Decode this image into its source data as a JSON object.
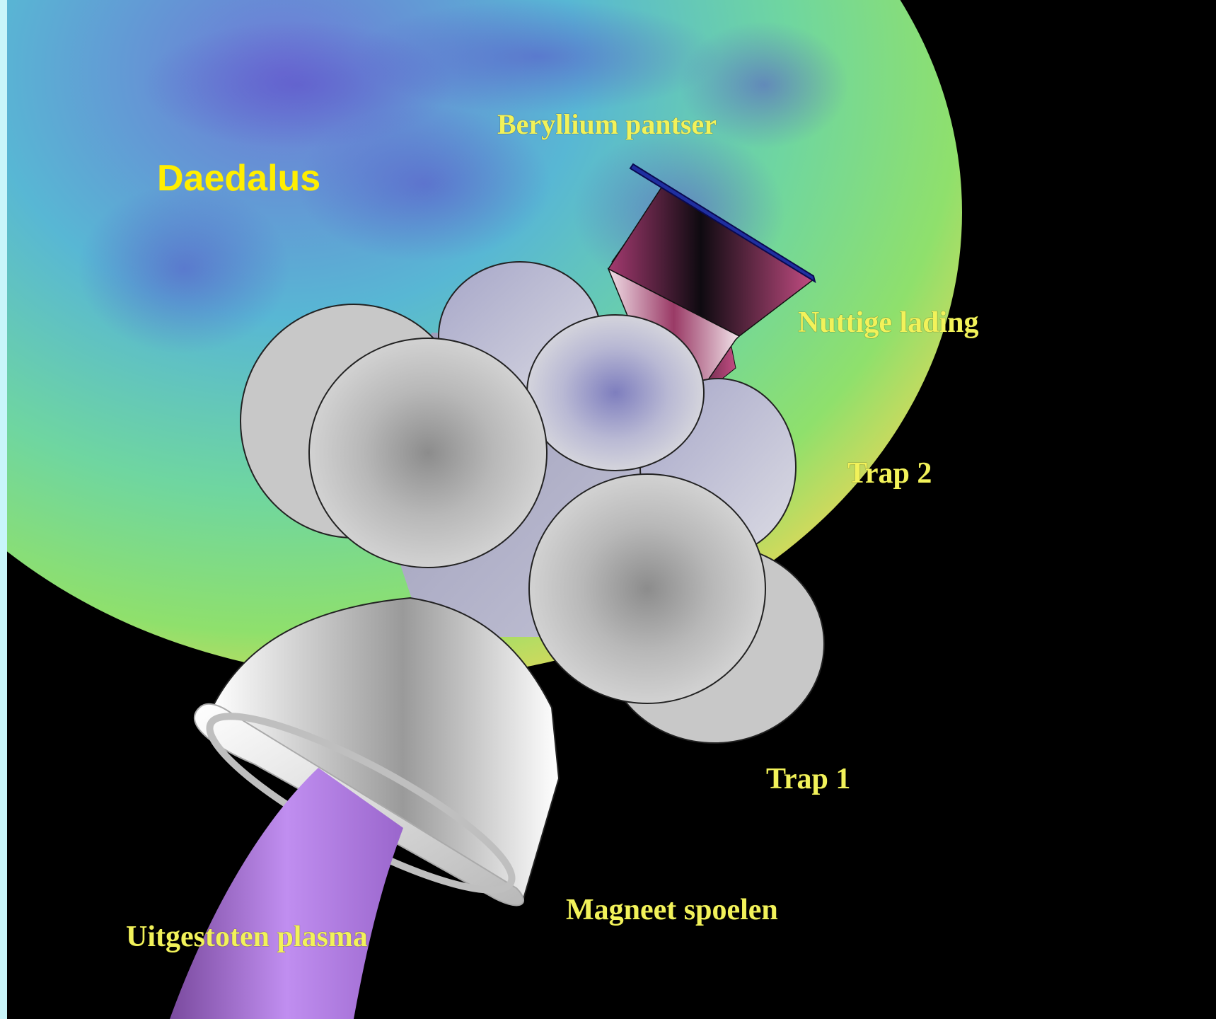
{
  "diagram": {
    "title": "Daedalus",
    "labels": {
      "beryllium": "Beryllium pantser",
      "payload": "Nuttige lading",
      "stage2": "Trap 2",
      "stage1": "Trap 1",
      "coils": "Magneet spoelen",
      "plasma": "Uitgestoten plasma"
    },
    "colors": {
      "label": "#f2f25a",
      "title": "#ffee00",
      "space": "#000000",
      "frame": "#c8f5fa",
      "plasma": "#b77ee6",
      "payload": "#8a2a55",
      "shield": "#1a1a8a"
    }
  }
}
